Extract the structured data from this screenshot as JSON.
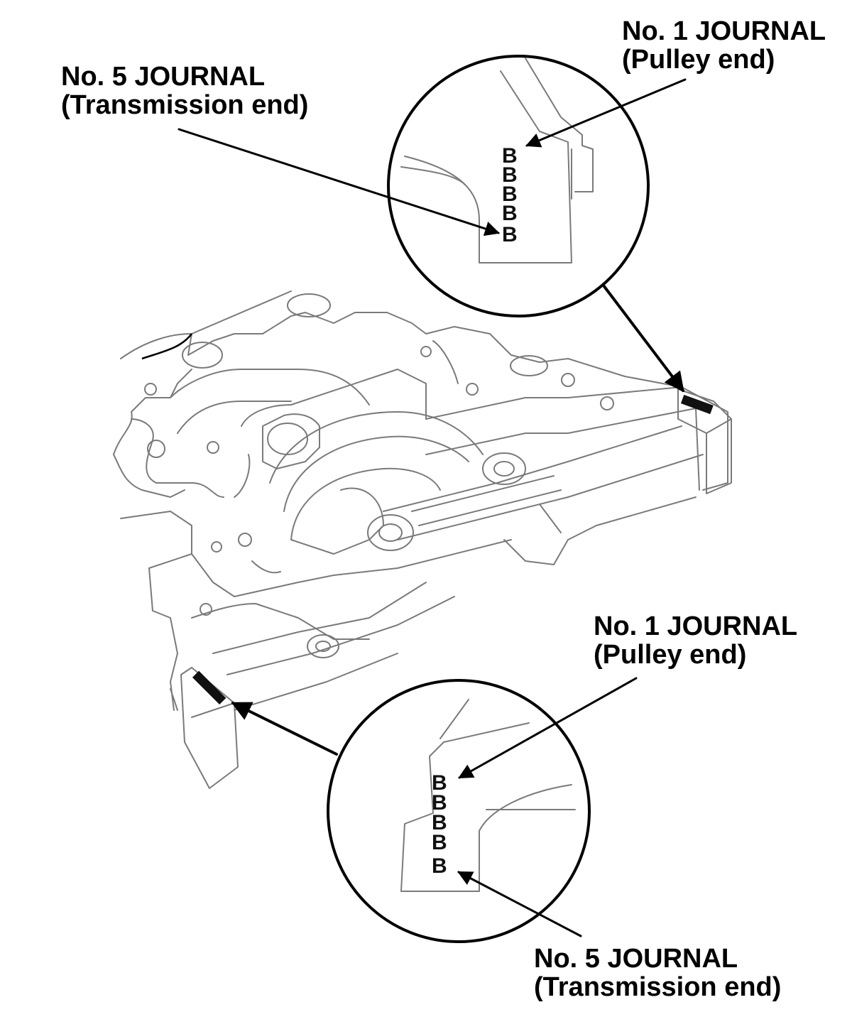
{
  "callouts": {
    "top": {
      "no1": {
        "line1": "No. 1 JOURNAL",
        "line2": "(Pulley end)"
      },
      "no5": {
        "line1": "No. 5 JOURNAL",
        "line2": "(Transmission end)"
      },
      "codes": [
        "B",
        "B",
        "B",
        "B",
        "B"
      ]
    },
    "bottom": {
      "no1": {
        "line1": "No. 1 JOURNAL",
        "line2": "(Pulley end)"
      },
      "no5": {
        "line1": "No. 5 JOURNAL",
        "line2": "(Transmission end)"
      },
      "codes": [
        "B",
        "B",
        "B",
        "B",
        "B"
      ]
    }
  },
  "colors": {
    "ink": "#000000",
    "sketch": "#7a7a7a",
    "background": "#ffffff"
  }
}
